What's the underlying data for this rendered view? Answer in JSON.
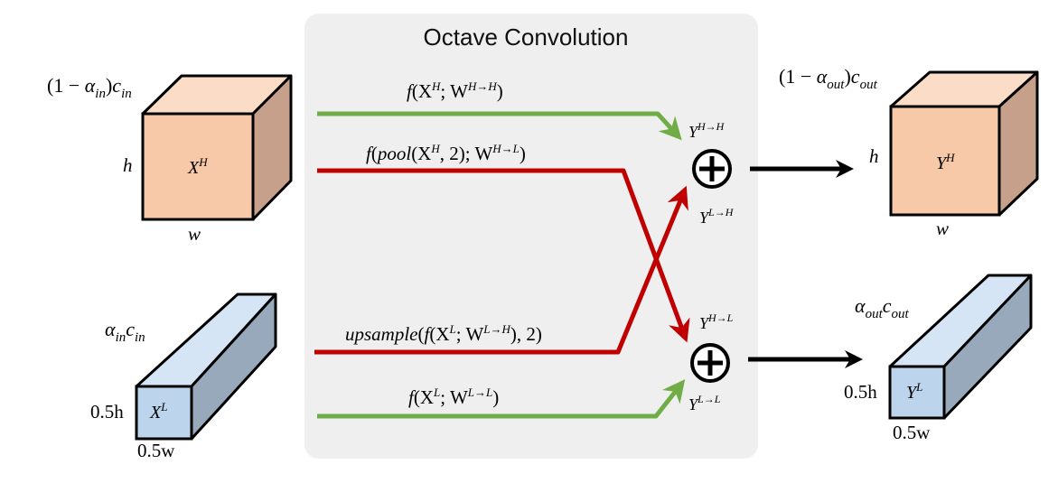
{
  "title": "Octave Convolution",
  "colors": {
    "panel_bg": "#efefef",
    "high_freq_face": "#f7c9a9",
    "high_freq_top": "#fbdcc7",
    "high_freq_side": "#c6a08b",
    "low_freq_face": "#bdd5ec",
    "low_freq_top": "#d5e5f5",
    "low_freq_side": "#97a9ba",
    "green_path": "#70ad47",
    "red_path": "#c00000",
    "output_arrow": "#000000"
  },
  "input_high": {
    "channels_label": "(1 − αin)cin",
    "channels_pre": "(1 − ",
    "channels_alpha": "α",
    "channels_alpha_sub": "in",
    "channels_c": "c",
    "channels_c_sub": "in",
    "height_label": "h",
    "width_label": "w",
    "tensor_label": "X",
    "tensor_sup": "H"
  },
  "input_low": {
    "channels_alpha": "α",
    "channels_alpha_sub": "in",
    "channels_c": "c",
    "channels_c_sub": "in",
    "height_label": "0.5h",
    "width_label": "0.5w",
    "tensor_label": "X",
    "tensor_sup": "L"
  },
  "output_high": {
    "channels_pre": "(1 − ",
    "channels_alpha": "α",
    "channels_alpha_sub": "out",
    "channels_c": "c",
    "channels_c_sub": "out",
    "height_label": "h",
    "width_label": "w",
    "tensor_label": "Y",
    "tensor_sup": "H"
  },
  "output_low": {
    "channels_alpha": "α",
    "channels_alpha_sub": "out",
    "channels_c": "c",
    "channels_c_sub": "out",
    "height_label": "0.5h",
    "width_label": "0.5w",
    "tensor_label": "Y",
    "tensor_sup": "L"
  },
  "paths": {
    "h_to_h": {
      "f": "f",
      "open": "(X",
      "sup1": "H",
      "mid": "; W",
      "sup2": "H→H",
      "close": ")"
    },
    "h_to_l": {
      "f": "f",
      "open": "(",
      "pool": "pool",
      "open2": "(X",
      "sup1": "H",
      "mid": ", 2); W",
      "sup2": "H→L",
      "close": ")"
    },
    "l_to_h": {
      "fn": "upsample",
      "open": "(",
      "f": "f",
      "open2": "(X",
      "sup1": "L",
      "mid": "; W",
      "sup2": "L→H",
      "close": "), 2)"
    },
    "l_to_l": {
      "f": "f",
      "open": "(X",
      "sup1": "L",
      "mid": "; W",
      "sup2": "L→L",
      "close": ")"
    }
  },
  "sums": {
    "top_in_a": {
      "base": "Y",
      "sup": "H→H"
    },
    "top_in_b": {
      "base": "Y",
      "sup": "L→H"
    },
    "bottom_in_a": {
      "base": "Y",
      "sup": "H→L"
    },
    "bottom_in_b": {
      "base": "Y",
      "sup": "L→L"
    },
    "symbol": "+"
  }
}
